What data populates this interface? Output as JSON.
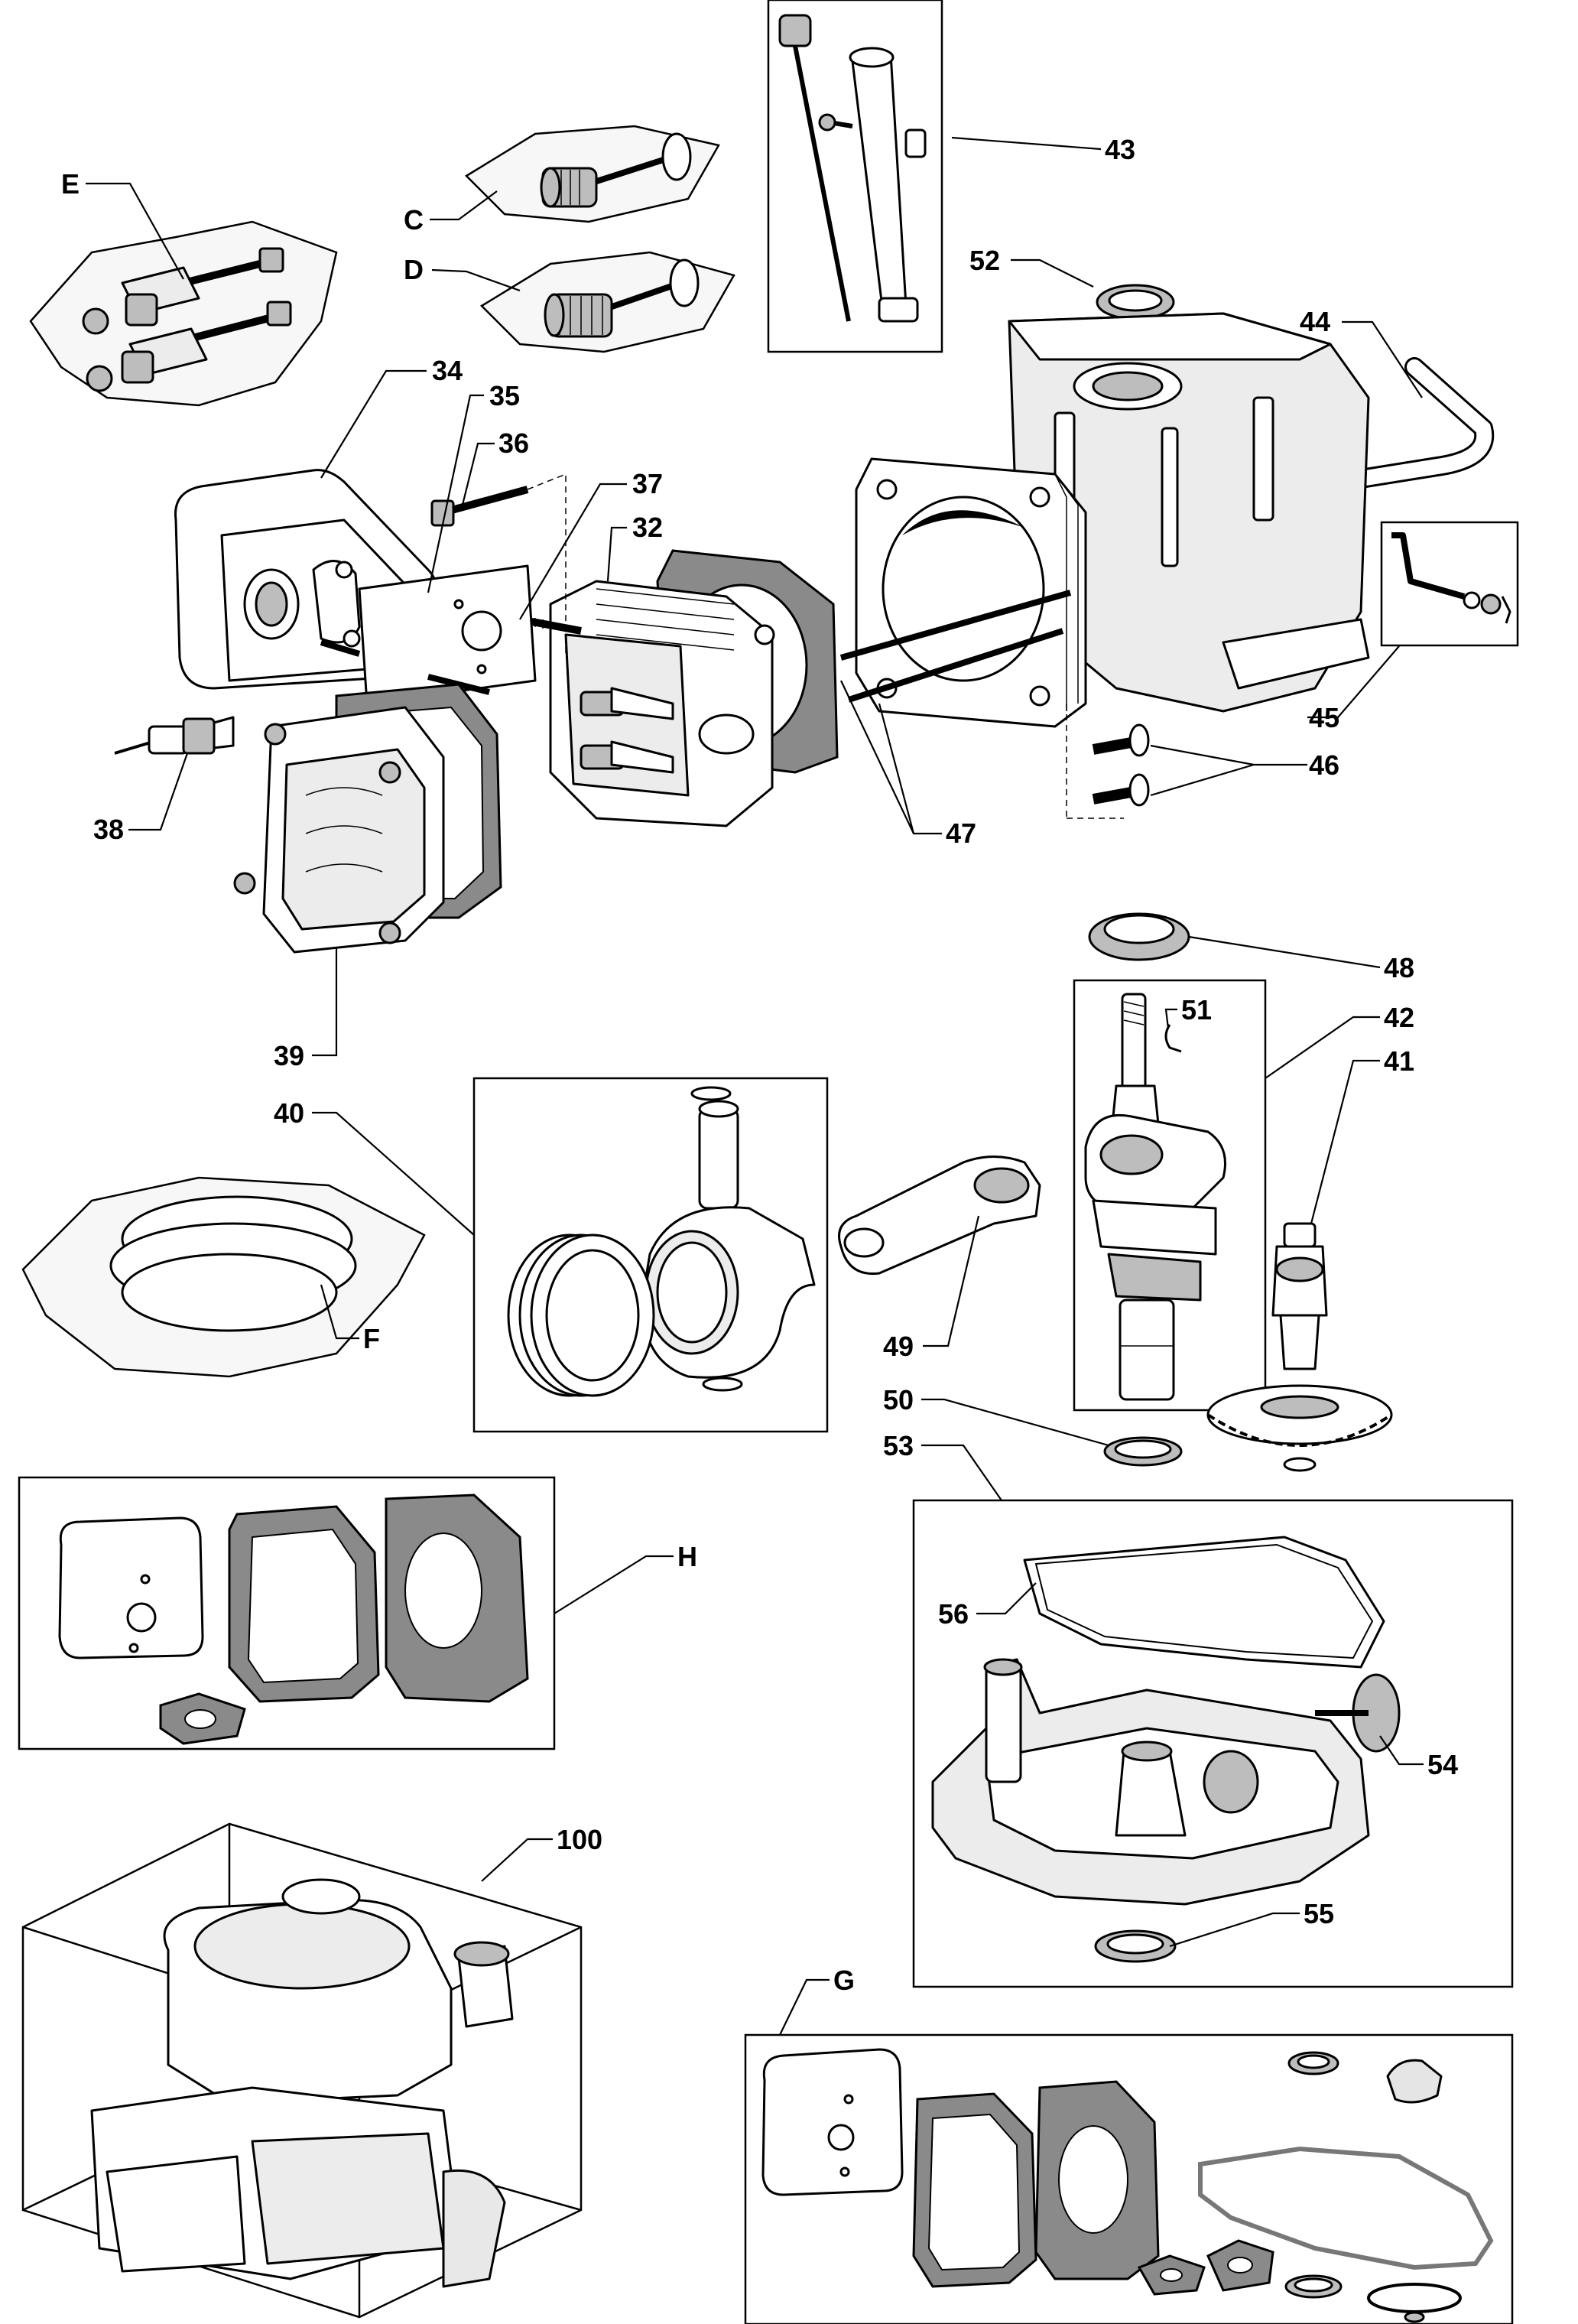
{
  "callouts": [
    {
      "id": "E"
    },
    {
      "id": "C"
    },
    {
      "id": "D"
    },
    {
      "id": "43"
    },
    {
      "id": "52"
    },
    {
      "id": "44"
    },
    {
      "id": "34"
    },
    {
      "id": "35"
    },
    {
      "id": "36"
    },
    {
      "id": "37"
    },
    {
      "id": "32"
    },
    {
      "id": "45"
    },
    {
      "id": "46"
    },
    {
      "id": "38"
    },
    {
      "id": "47"
    },
    {
      "id": "48"
    },
    {
      "id": "51"
    },
    {
      "id": "42"
    },
    {
      "id": "41"
    },
    {
      "id": "39"
    },
    {
      "id": "40"
    },
    {
      "id": "F"
    },
    {
      "id": "49"
    },
    {
      "id": "50"
    },
    {
      "id": "53"
    },
    {
      "id": "H"
    },
    {
      "id": "56"
    },
    {
      "id": "54"
    },
    {
      "id": "100"
    },
    {
      "id": "55"
    },
    {
      "id": "G"
    }
  ]
}
